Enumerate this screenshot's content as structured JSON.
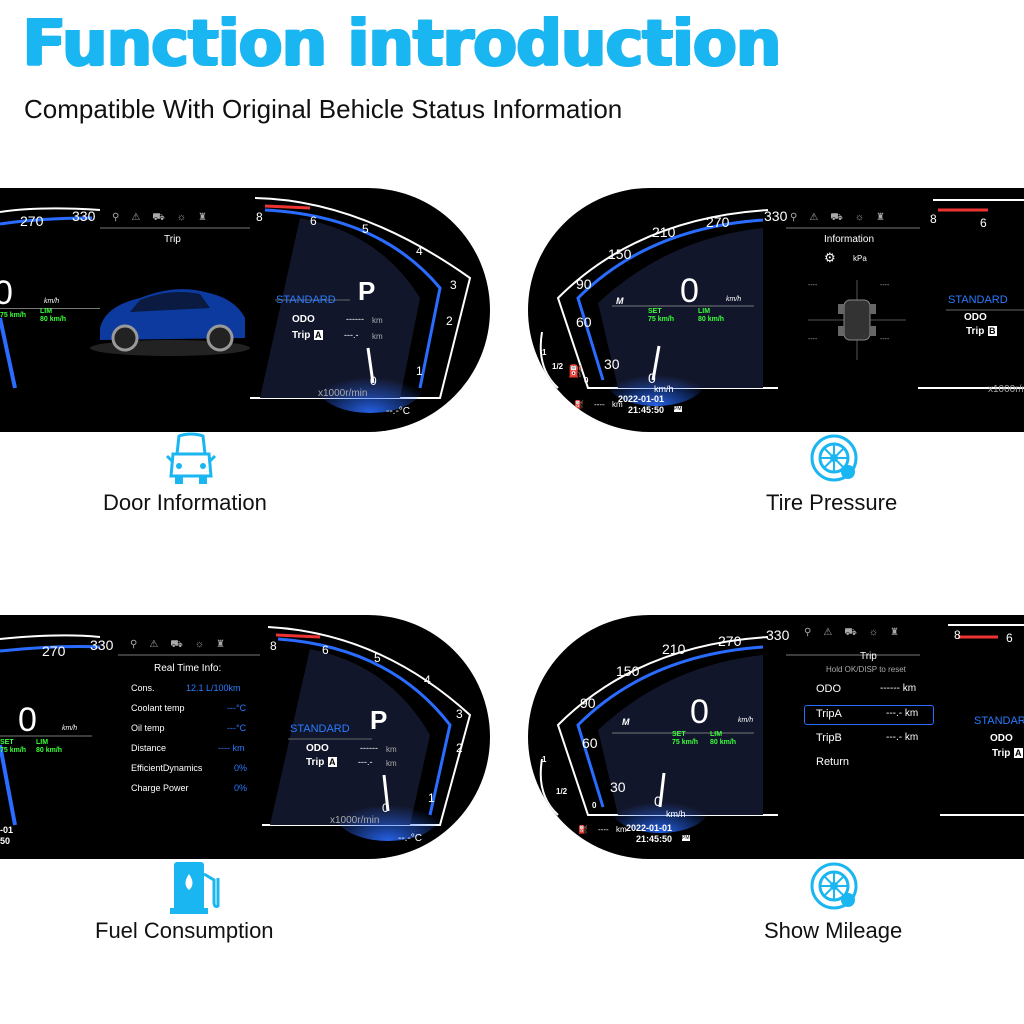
{
  "title": "Function introduction",
  "subtitle": "Compatible With Original Behicle Status Information",
  "features": [
    {
      "caption": "Door Information",
      "icon": "car-door-icon"
    },
    {
      "caption": "Tire Pressure",
      "icon": "tire-pressure-icon"
    },
    {
      "caption": "Fuel Consumption",
      "icon": "fuel-pump-icon"
    },
    {
      "caption": "Show Mileage",
      "icon": "tire-mileage-icon"
    }
  ],
  "cluster": {
    "speed_ticks": [
      "330",
      "270",
      "210",
      "150",
      "90",
      "60",
      "30",
      "0"
    ],
    "speed_value": "0",
    "speed_unit": "km/h",
    "set_label": "SET",
    "set_value": "75 km/h",
    "lim_label": "LIM",
    "lim_value": "80 km/h",
    "rpm_ticks": [
      "8",
      "6",
      "5",
      "4",
      "3",
      "2",
      "1",
      "0"
    ],
    "rpm_unit": "x1000r/min",
    "gear": "P",
    "mode": "STANDARD",
    "odo_label": "ODO",
    "odo_value": "------",
    "km": "km",
    "tripa_label": "Trip",
    "tripa_tag": "A",
    "tripb_tag": "B",
    "trip_value": "---.-",
    "temp": "--.-°C",
    "date": "2022-01-01",
    "time": "21:45:50",
    "time_suffix": "PM",
    "fuel_half": "1/2",
    "fuel_one": "1",
    "fuel_zero": "0",
    "range_value": "----",
    "brand": "M"
  },
  "panel1": {
    "menu_title": "Trip"
  },
  "panel2": {
    "menu_title": "Information",
    "pressure_unit": "kPa",
    "dash": "----"
  },
  "panel3": {
    "menu_title": "Real Time Info:",
    "rows": [
      {
        "label": "Cons.",
        "value": "12.1 L/100km"
      },
      {
        "label": "Coolant temp",
        "value": "---°C"
      },
      {
        "label": "Oil temp",
        "value": "---°C"
      },
      {
        "label": "Distance",
        "value": "---- km"
      },
      {
        "label": "EfficientDynamics",
        "value": "0%"
      },
      {
        "label": "Charge Power",
        "value": "0%"
      }
    ],
    "date_frag": "-01",
    "time_frag": "50"
  },
  "panel4": {
    "menu_title": "Trip",
    "hint": "Hold OK/DISP to reset",
    "rows": [
      {
        "label": "ODO",
        "value": "------ km"
      },
      {
        "label": "TripA",
        "value": "---.- km"
      },
      {
        "label": "TripB",
        "value": "---.- km"
      },
      {
        "label": "Return",
        "value": ""
      }
    ]
  },
  "colors": {
    "accent": "#1ab6f2",
    "panel": "#000000",
    "gauge_blue": "#2a6cff",
    "green": "#3cff3c"
  }
}
